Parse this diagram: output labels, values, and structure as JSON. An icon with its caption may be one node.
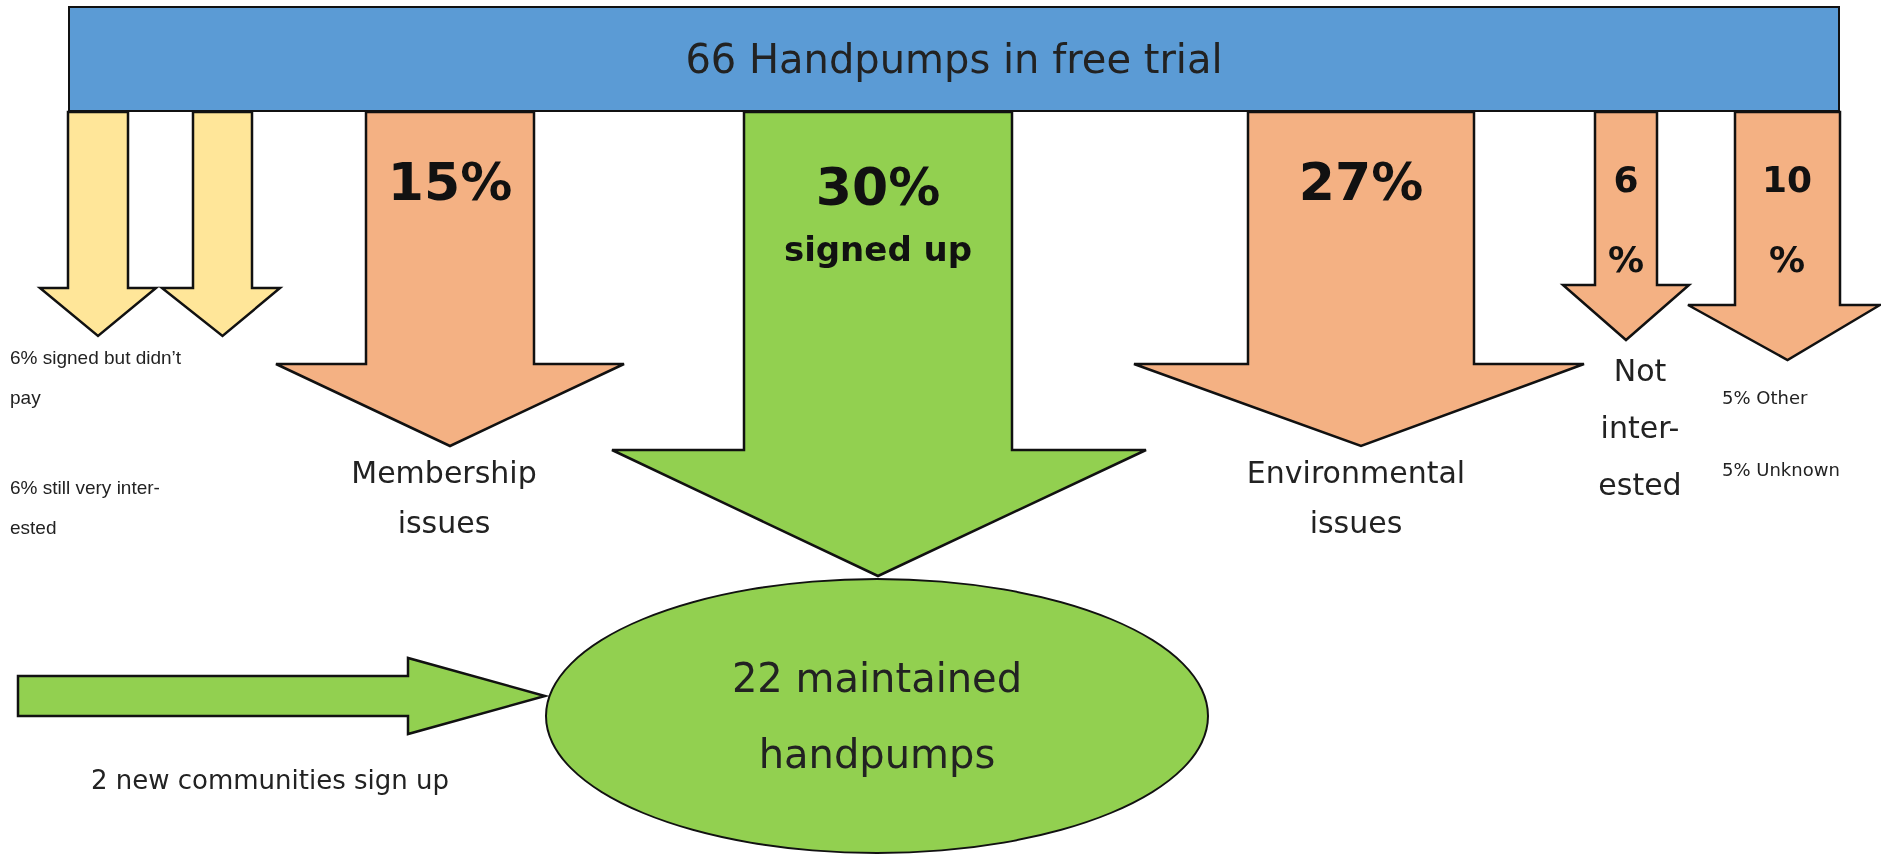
{
  "diagram": {
    "nodes": [
      {
        "text": [
          "66 Handpumps in free trial"
        ]
      },
      {
        "text": [
          "6% signed but didn’t pay",
          "6% still very inter- ested"
        ]
      },
      {
        "text": [
          "Membership issues"
        ]
      },
      {
        "text": [
          "Environmental issues"
        ]
      },
      {
        "text": [
          "Not inter- ested"
        ]
      },
      {
        "text": [
          "5% Other",
          "5% Unknown"
        ]
      },
      {
        "text": [
          "22 maintained handpumps"
        ]
      }
    ],
    "edges": [
      {
        "from": 0,
        "to": 1,
        "arrow": "to",
        "color": "#ffe699"
      },
      {
        "from": 0,
        "to": 1,
        "arrow": "to",
        "color": "#ffe699"
      },
      {
        "from": 0,
        "to": 2,
        "arrow": "to",
        "label": "15%"
      },
      {
        "from": 0,
        "to": 6,
        "arrow": "to",
        "label": "30% signed up",
        "color": "#92d050"
      },
      {
        "from": 0,
        "to": 3,
        "arrow": "to",
        "label": "27%"
      },
      {
        "from": 0,
        "to": 4,
        "arrow": "to",
        "label": "6 %"
      },
      {
        "from": 0,
        "to": 5,
        "arrow": "to",
        "label": "10 %"
      },
      {
        "from": null,
        "to": 6,
        "arrow": "to",
        "label": "2 new communities sign up",
        "color": "#92d050"
      }
    ]
  }
}
